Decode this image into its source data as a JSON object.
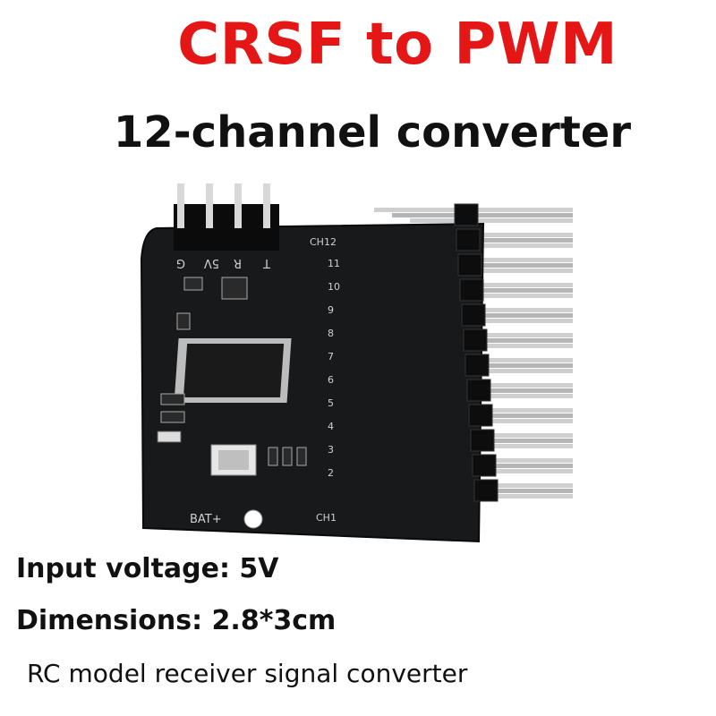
{
  "title": "CRSF to PWM",
  "subtitle": "12-channel converter",
  "specs": {
    "voltage": "Input voltage: 5V",
    "dimensions": "Dimensions: 2.8*3cm"
  },
  "tagline": "RC model receiver signal converter",
  "board": {
    "header_pins": [
      "T",
      "R",
      "5V",
      "G"
    ],
    "channel_top": "CH12",
    "channel_bottom": "CH1",
    "channel_numbers": [
      "11",
      "10",
      "9",
      "8",
      "7",
      "6",
      "5",
      "4",
      "3",
      "2"
    ],
    "power_label": "BAT+"
  },
  "colors": {
    "title": "#e51616",
    "pcb": "#151719",
    "pin": "#c9c9c9"
  }
}
